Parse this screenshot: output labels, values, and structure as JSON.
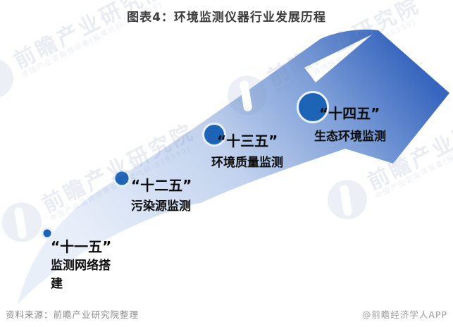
{
  "title": "图表4：环境监测仪器行业发展历程",
  "milestones": [
    {
      "period": "“十一五”",
      "label": "监测网络搭建"
    },
    {
      "period": "“十二五”",
      "label": "污染源监测"
    },
    {
      "period": "“十三五”",
      "label": "环境质量监测"
    },
    {
      "period": "“十四五”",
      "label": "生态环境监测"
    }
  ],
  "footer": {
    "source": "资料来源：前瞻产业研究院整理",
    "brand": "@前瞻经济学人APP"
  },
  "watermark": {
    "text": "前瞻产业研究院",
    "subtext": "中国产业咨询领导者(股票代码:839599)"
  },
  "colors": {
    "arrow_dark": "#3766be",
    "arrow_light": "#e9eff9",
    "dot_fill": "#1d63b6",
    "dot_halo": "#e8f1fb",
    "title_text": "#3d3d3d",
    "milestone_text": "#0d0d0d",
    "footer_text": "#8a8a8a"
  }
}
